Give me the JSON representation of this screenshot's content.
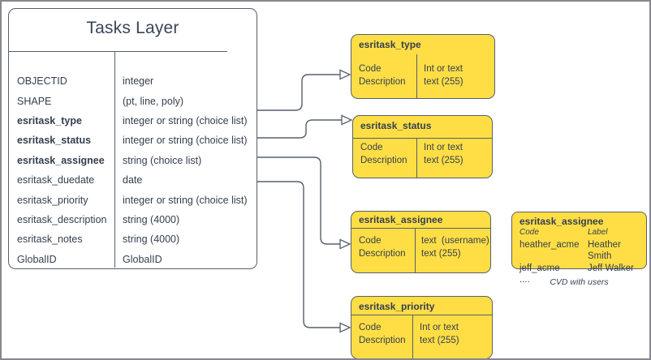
{
  "main_table": {
    "title": "Tasks Layer",
    "rows": [
      {
        "name": "OBJECTID",
        "type": "integer",
        "bold": false
      },
      {
        "name": "SHAPE",
        "type": "(pt, line, poly)",
        "bold": false
      },
      {
        "name": "esritask_type",
        "type": "integer or string (choice list)",
        "bold": true
      },
      {
        "name": "esritask_status",
        "type": "integer or string (choice list)",
        "bold": true
      },
      {
        "name": "esritask_assignee",
        "type": "string (choice list)",
        "bold": true
      },
      {
        "name": "esritask_duedate",
        "type": "date",
        "bold": false
      },
      {
        "name": "esritask_priority",
        "type": "integer or string (choice list)",
        "bold": false
      },
      {
        "name": "esritask_description",
        "type": "string (4000)",
        "bold": false
      },
      {
        "name": "esritask_notes",
        "type": "string (4000)",
        "bold": false
      },
      {
        "name": "GlobalID",
        "type": "GlobalID",
        "bold": false
      }
    ]
  },
  "domain_boxes": [
    {
      "title": "esritask_type",
      "left_col": [
        "Code",
        "Description"
      ],
      "right_col": [
        "Int or text",
        "text (255)"
      ]
    },
    {
      "title": "esritask_status",
      "left_col": [
        "Code",
        "Description"
      ],
      "right_col": [
        "Int or text",
        "text (255)"
      ]
    },
    {
      "title": "esritask_assignee",
      "left_col": [
        "Code",
        "Description"
      ],
      "right_col": [
        "text  (username)",
        "text (255)"
      ]
    },
    {
      "title": "esritask_priority",
      "left_col": [
        "Code",
        "Description"
      ],
      "right_col": [
        "Int or text",
        "text (255)"
      ]
    }
  ],
  "cvd_box": {
    "title": "esritask_assignee",
    "col_headers": [
      "Code",
      "Label"
    ],
    "rows": [
      [
        "heather_acme",
        "Heather Smith"
      ],
      [
        "jeff_acme",
        "Jeff Walker"
      ],
      [
        "....",
        ""
      ]
    ],
    "caption": "CVD with users"
  },
  "colors": {
    "box_fill": "#ffde45",
    "stroke": "#56606b",
    "text": "#333f4f",
    "canvas_border": "#87878f"
  }
}
